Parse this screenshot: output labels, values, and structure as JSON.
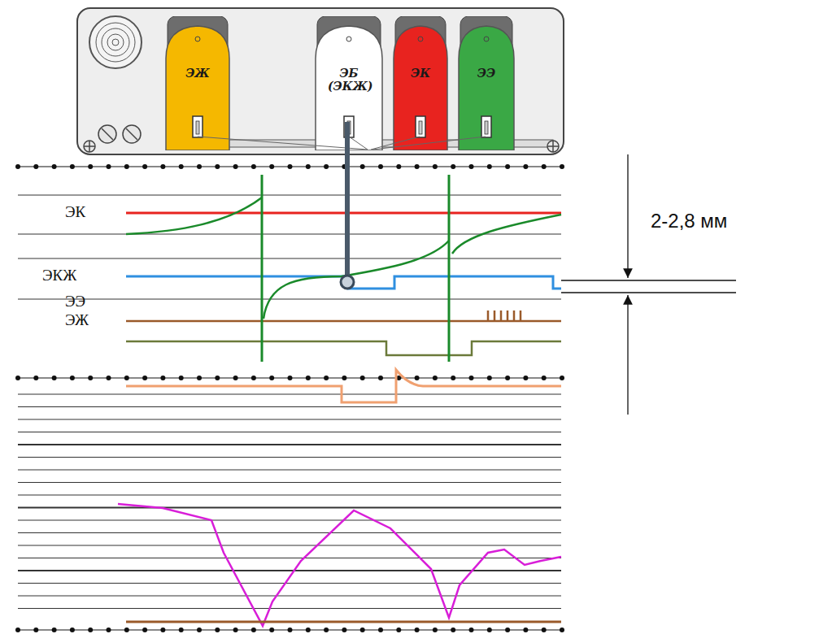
{
  "diagram": {
    "nodes": [
      {
        "text": [
          "ЭЖ"
        ]
      },
      {
        "text": [
          "ЭБ (ЭКЖ)"
        ]
      },
      {
        "text": [
          "ЭК"
        ]
      },
      {
        "text": [
          "ЭЭ"
        ]
      }
    ],
    "labels": [
      "ЭК",
      "ЭКЖ",
      "ЭЭ",
      "ЭЖ",
      "2-2,8 мм"
    ]
  }
}
